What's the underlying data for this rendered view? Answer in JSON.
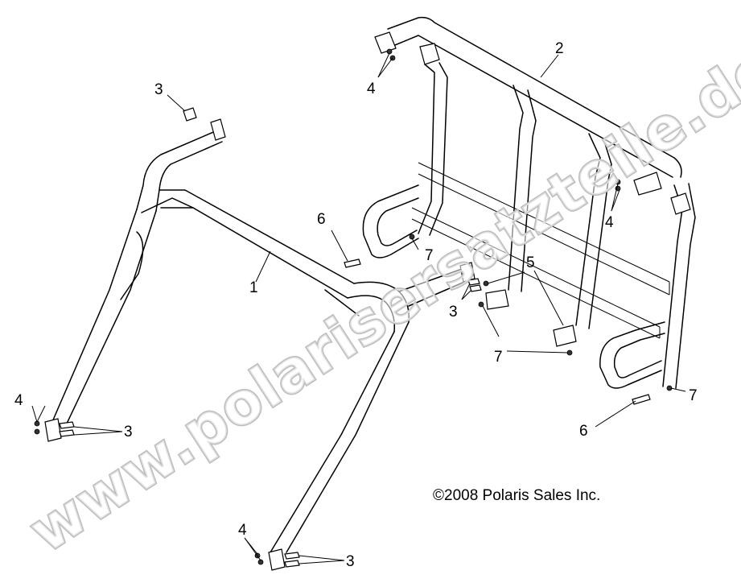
{
  "callouts": {
    "c1": "1",
    "c2": "2",
    "c3a": "3",
    "c3b": "3",
    "c3c": "3",
    "c3d": "3",
    "c4a": "4",
    "c4b": "4",
    "c4c": "4",
    "c4d": "4",
    "c5": "5",
    "c6a": "6",
    "c6b": "6",
    "c7a": "7",
    "c7b": "7",
    "c7c": "7"
  },
  "copyright": "©2008 Polaris Sales Inc.",
  "watermark": "www.polarisersatzteile.de",
  "colors": {
    "line": "#000000",
    "background": "#ffffff",
    "watermark_outline": "#bdbdbd"
  }
}
